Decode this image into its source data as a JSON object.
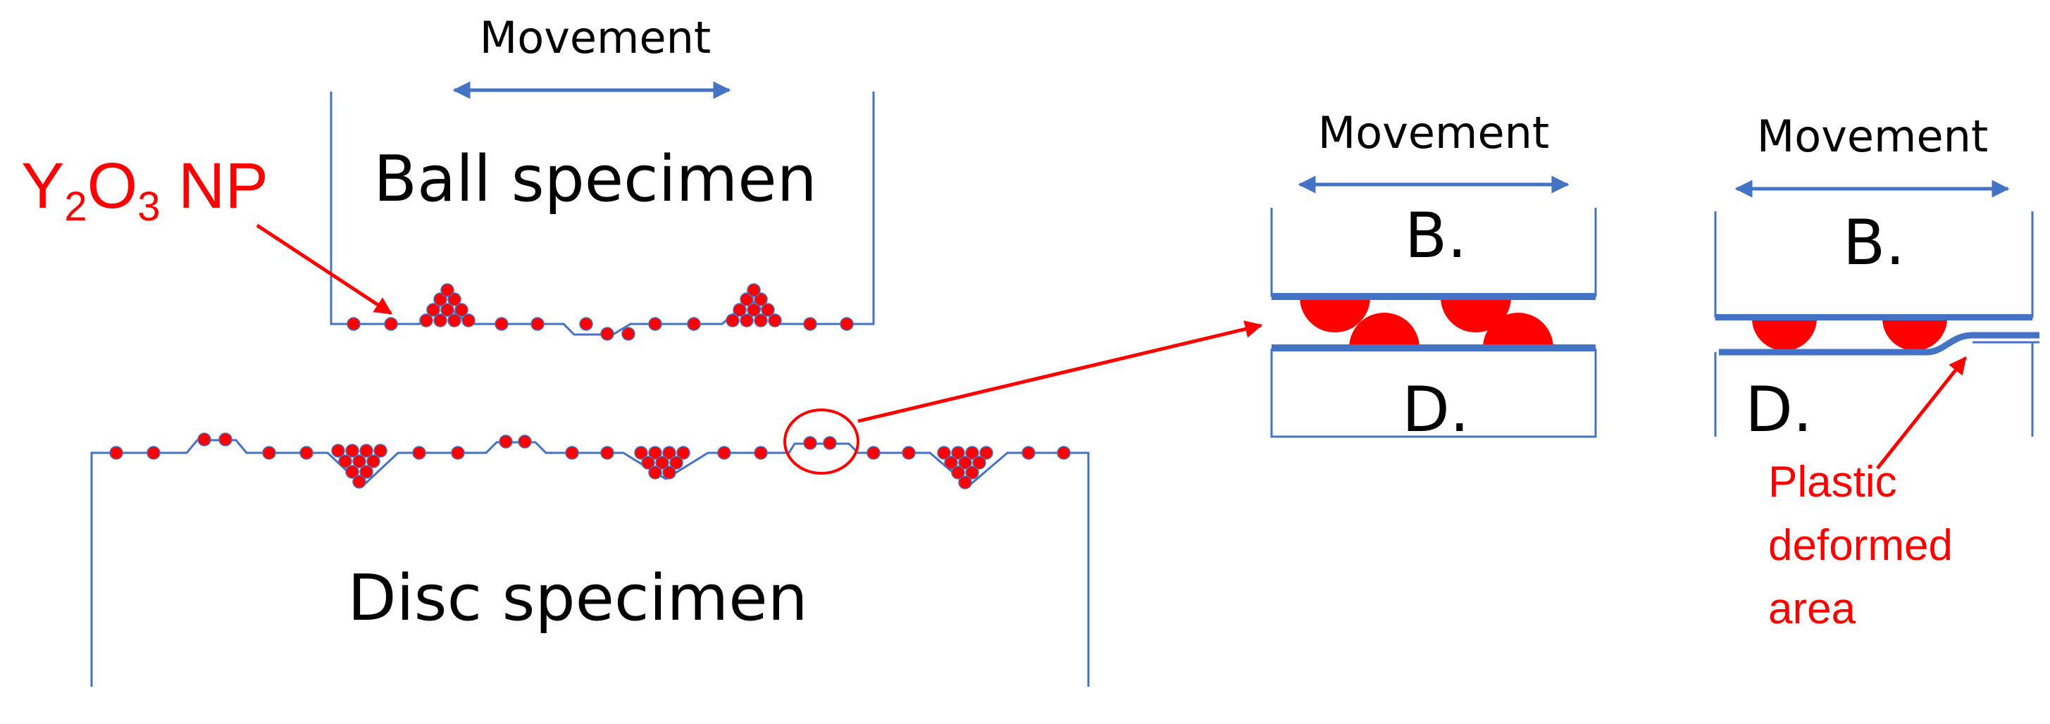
{
  "labels": {
    "movement_left": "Movement",
    "ball_specimen": "Ball specimen",
    "disc_specimen": "Disc specimen",
    "np_y": "Y",
    "np_sub2": "2",
    "np_o": "O",
    "np_sub3": "3",
    "np_tail": " NP",
    "movement_mid": "Movement",
    "b_mid": "B.",
    "d_mid": "D.",
    "movement_right": "Movement",
    "b_right": "B.",
    "d_right": "D.",
    "plastic_line1": "Plastic",
    "plastic_line2": "deformed",
    "plastic_line3": "area"
  },
  "colors": {
    "blue": "#4472c4",
    "red": "#ff0000",
    "text": "#000000"
  }
}
